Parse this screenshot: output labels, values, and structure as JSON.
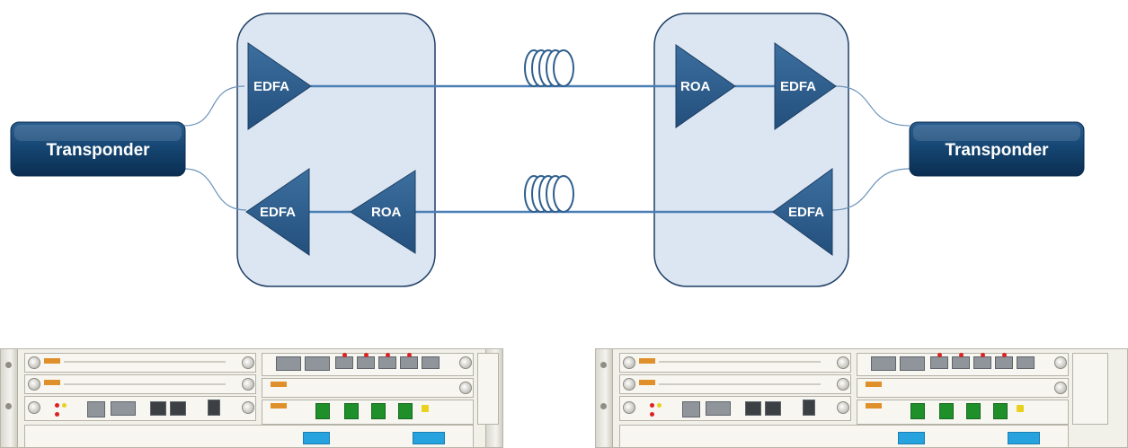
{
  "diagram": {
    "transponder_label": "Transponder",
    "amplifier_labels": {
      "edfa": "EDFA",
      "roa": "ROA"
    },
    "colors": {
      "node_box_fill": "#dce6f2",
      "node_box_stroke": "#1f3f66",
      "amplifier_fill": "#2f5f8e",
      "fiber_line": "#4a7fb5",
      "transponder_fill": "#13406a"
    }
  },
  "equipment": {
    "left_chassis": {
      "icon": "rack-chassis-icon"
    },
    "right_chassis": {
      "icon": "rack-chassis-icon"
    }
  }
}
